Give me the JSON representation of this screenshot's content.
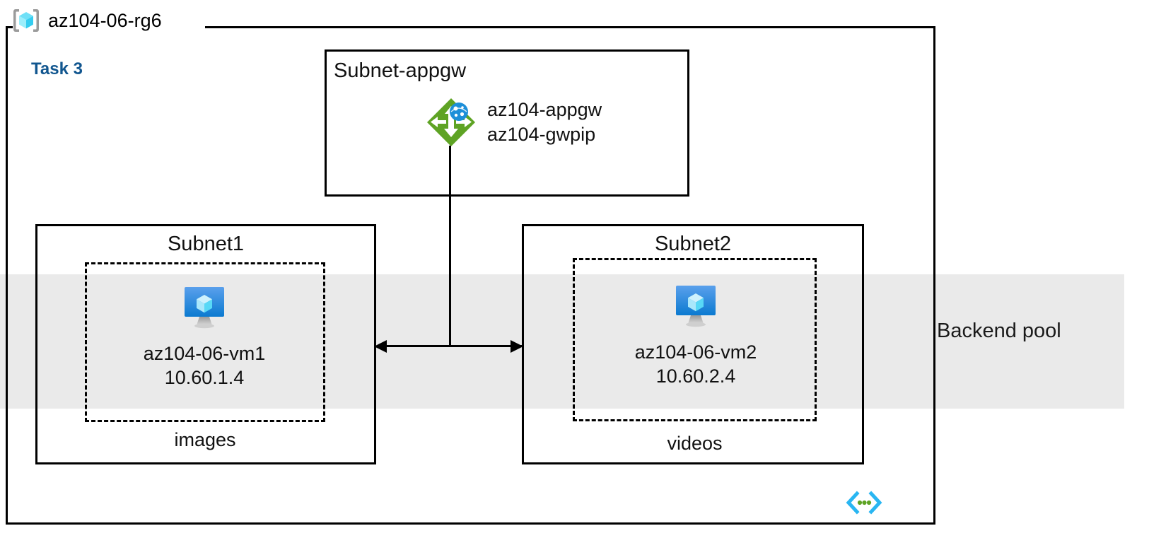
{
  "diagram": {
    "resource_group": {
      "name": "az104-06-rg6",
      "icon": "resource-group-icon"
    },
    "task_label": "Task 3",
    "backend_pool": {
      "label": "Backend pool",
      "band_color": "#eaeaea"
    },
    "subnets": [
      {
        "id": "subnet-appgw",
        "title": "Subnet-appgw",
        "node": {
          "icon": "application-gateway-icon",
          "line1": "az104-appgw",
          "line2": "az104-gwpip"
        }
      },
      {
        "id": "subnet1",
        "title": "Subnet1",
        "caption": "images",
        "vm": {
          "icon": "virtual-machine-icon",
          "name": "az104-06-vm1",
          "ip": "10.60.1.4"
        }
      },
      {
        "id": "subnet2",
        "title": "Subnet2",
        "caption": "videos",
        "vm": {
          "icon": "virtual-machine-icon",
          "name": "az104-06-vm2",
          "ip": "10.60.2.4"
        }
      }
    ],
    "markers": {
      "vnet_marker_icon": "vnet-code-marker-icon"
    },
    "colors": {
      "task_label": "#11568f",
      "appgw_green": "#5ea324",
      "appgw_globe_blue": "#1d8fd9",
      "vm_blue": "#1a7fd4",
      "vm_cube_cyan": "#a5e8fb",
      "rg_icon_cyan": "#32c8f0",
      "border_black": "#000000",
      "marker_blue": "#29b6f2",
      "marker_green": "#5ea324"
    }
  }
}
